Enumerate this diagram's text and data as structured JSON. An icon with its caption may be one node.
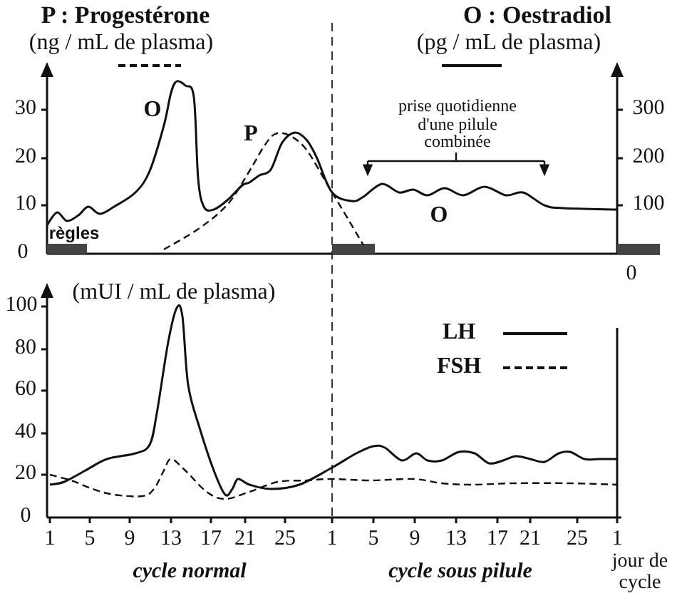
{
  "diagram": {
    "labels": [
      "P : Progestérone",
      "(ng / mL de plasma)",
      "O : Oestradiol",
      "(pg / mL de plasma)",
      "30",
      "20",
      "10",
      "0",
      "O",
      "P",
      "prise quotidienne d'une pilule combinée",
      "300",
      "200",
      "100",
      "règles",
      "O",
      "0",
      "(mUI / mL de plasma)",
      "100",
      "80",
      "60",
      "40",
      "20",
      "0",
      "1",
      "5",
      "9",
      "13",
      "17",
      "21",
      "25",
      "1",
      "5",
      "9",
      "13",
      "17",
      "21",
      "25",
      "1",
      "jour de cycle",
      "cycle normal",
      "cycle sous pilule"
    ],
    "legend": [
      {
        "text": "LH"
      },
      {
        "text": "FSH"
      }
    ]
  }
}
